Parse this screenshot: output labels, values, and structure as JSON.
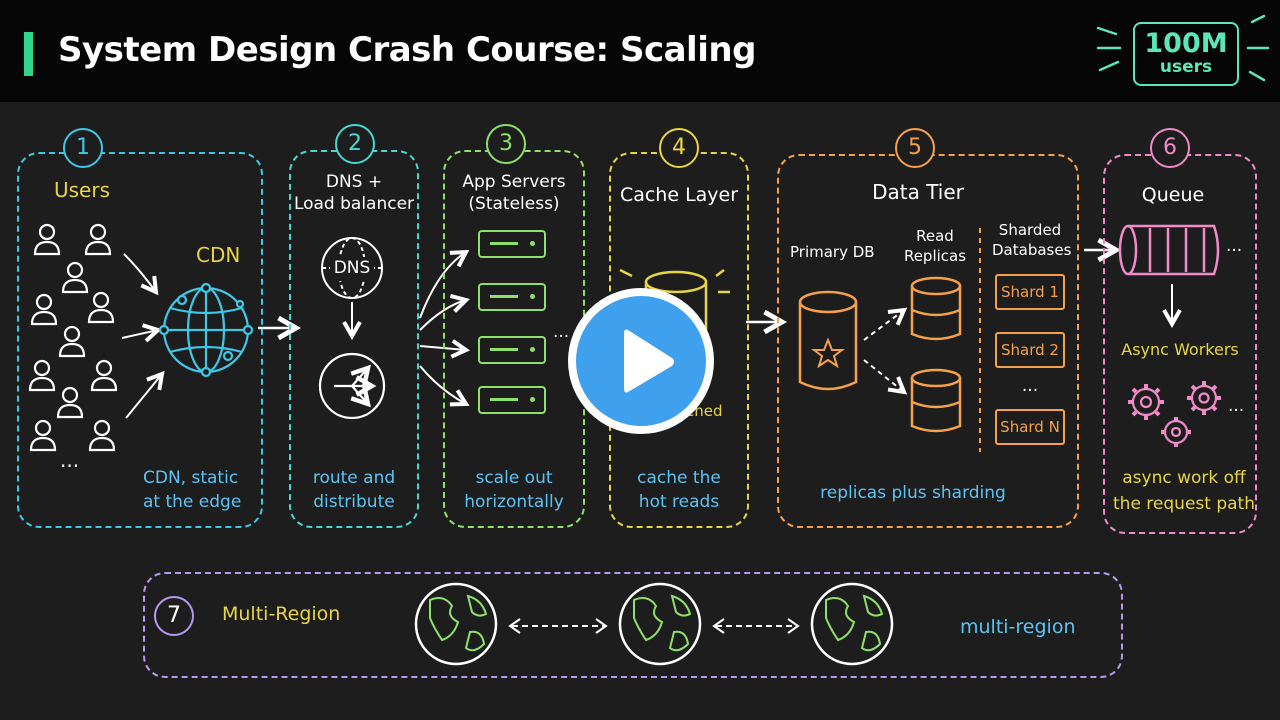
{
  "header": {
    "title": "System Design Crash Course: Scaling",
    "badge_big": "100M",
    "badge_small": "users"
  },
  "colors": {
    "users": "#3fc7e6",
    "dns": "#47d6d1",
    "app": "#8fe06a",
    "cache": "#e8d545",
    "data": "#f5a04a",
    "queue": "#f08ac8",
    "region": "#b49af0",
    "caption_blue": "#5cc4f5"
  },
  "panels": {
    "users": {
      "number": "1",
      "title": "Users",
      "cdn_label": "CDN",
      "ellipsis": "...",
      "caption": [
        "CDN, static",
        "at the edge"
      ],
      "icons": [
        "person-icon",
        "globe-network-icon"
      ]
    },
    "dns": {
      "number": "2",
      "title": [
        "DNS +",
        "Load balancer"
      ],
      "dns_label": "DNS",
      "caption": [
        "route and",
        "distribute"
      ],
      "icons": [
        "dns-globe-icon",
        "load-balancer-icon"
      ]
    },
    "app": {
      "number": "3",
      "title": [
        "App Servers",
        "(Stateless)"
      ],
      "caption": [
        "scale out",
        "horizontally"
      ],
      "server_count": 4,
      "ellipsis": "...",
      "icons": [
        "server-icon"
      ]
    },
    "cache": {
      "number": "4",
      "title": "Cache Layer",
      "partial_label": "ched",
      "caption": [
        "cache the",
        "hot reads"
      ],
      "icons": [
        "cache-cylinder-icon"
      ]
    },
    "data": {
      "number": "5",
      "title": "Data Tier",
      "primary_label": "Primary DB",
      "replicas_label": [
        "Read",
        "Replicas"
      ],
      "sharded_label": [
        "Sharded",
        "Databases"
      ],
      "shards": [
        "Shard 1",
        "Shard 2",
        "Shard N"
      ],
      "shard_ellipsis": "...",
      "caption": "replicas plus sharding",
      "icons": [
        "database-star-icon",
        "database-icon"
      ]
    },
    "queue": {
      "number": "6",
      "title": "Queue",
      "workers_label": "Async Workers",
      "ellipsis": "...",
      "caption": [
        "async work off",
        "the request path"
      ],
      "icons": [
        "queue-icon",
        "gear-icon"
      ]
    },
    "region": {
      "number": "7",
      "title": "Multi-Region",
      "caption": "multi-region",
      "icons": [
        "earth-globe-icon"
      ]
    }
  },
  "video": {
    "overlay_icon": "play-icon"
  }
}
